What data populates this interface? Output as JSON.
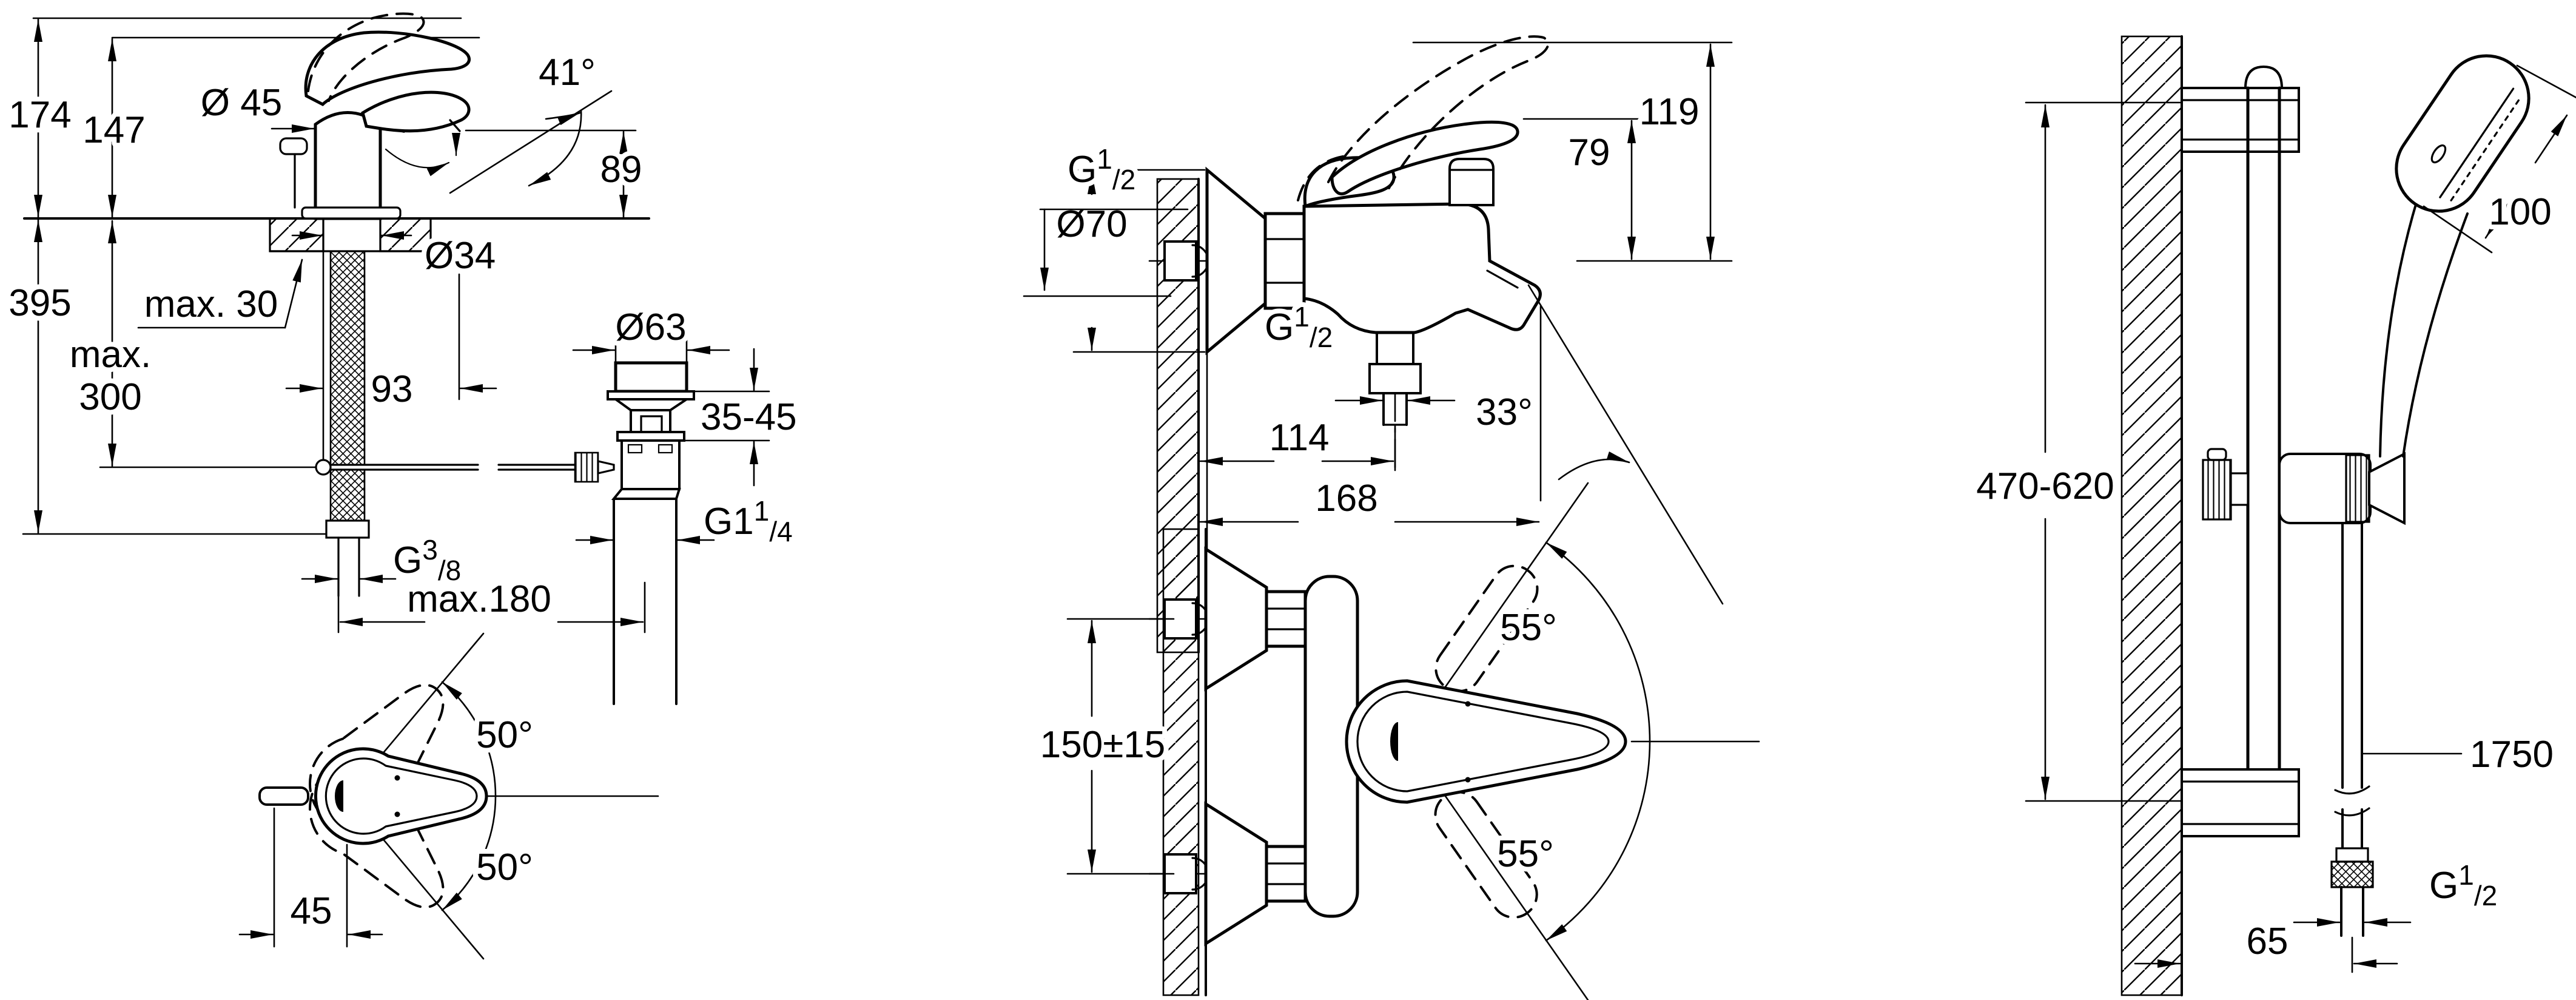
{
  "page": {
    "background": "#ffffff",
    "line_color": "#000000"
  },
  "drawings": {
    "basin_mixer": {
      "title": "basin mixer side view and plan view",
      "dims": {
        "total_height": "174",
        "handle_height": "147",
        "body_dia": "Ø 45",
        "spout_angle": "41°",
        "spout_height": "89",
        "overall_height": "395",
        "deck_max": "max. 30",
        "hole_dia": "Ø34",
        "hose_max_line1": "max.",
        "hose_max_line2": "300",
        "rod_offset": "93",
        "drain_dia": "Ø63",
        "clamp_range": "35-45",
        "drain_thread_base": "G1",
        "drain_thread_num": "1",
        "drain_thread_den": "/4",
        "supply_thread_base": "G",
        "supply_thread_num": "3",
        "supply_thread_den": "/8",
        "reach_max": "max.180",
        "swivel_up": "50°",
        "swivel_down": "50°",
        "handle_offset": "45"
      }
    },
    "bath_mixer": {
      "title": "wall-mounted bath/shower mixer, side and front views",
      "dims": {
        "wall_thread_base": "G",
        "wall_thread_num": "1",
        "wall_thread_den": "/2",
        "height_total": "119",
        "height_body": "79",
        "rosette_dia": "Ø70",
        "outlet_thread_base": "G",
        "outlet_thread_num": "1",
        "outlet_thread_den": "/2",
        "spout_angle": "33°",
        "depth_body": "114",
        "depth_total": "168",
        "union_spacing": "150±15",
        "handle_up": "55°",
        "handle_down": "55°"
      }
    },
    "shower_set": {
      "title": "shower rail set with hand shower and hose",
      "dims": {
        "head_dia": "100",
        "rail_adjust": "470-620",
        "hose_length": "1750",
        "hose_thread_base": "G",
        "hose_thread_num": "1",
        "hose_thread_den": "/2",
        "wall_offset": "65"
      }
    }
  }
}
